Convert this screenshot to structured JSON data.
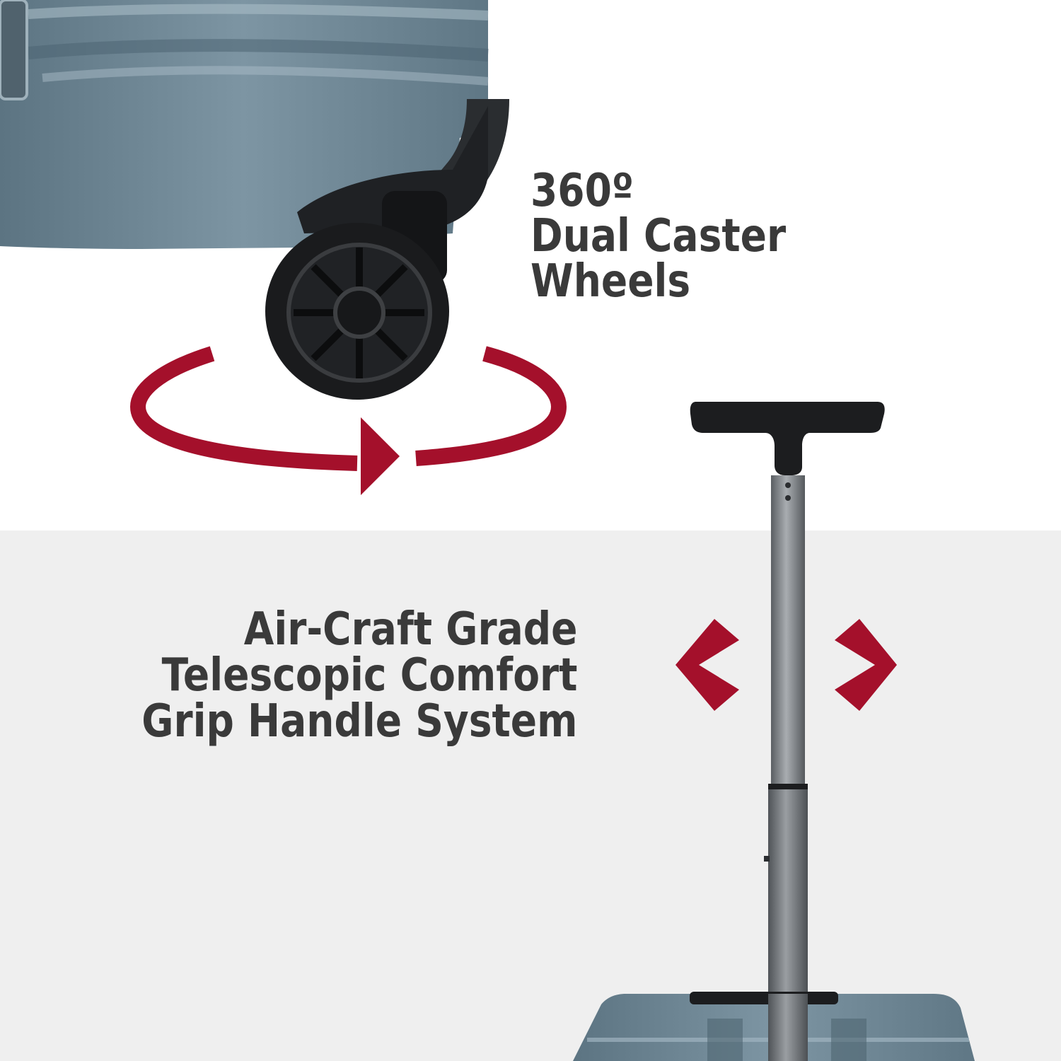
{
  "features": {
    "wheels": {
      "lines": [
        "360º",
        "Dual Caster",
        "Wheels"
      ],
      "icon": "rotation-arrow-icon"
    },
    "handle": {
      "lines": [
        "Air-Craft Grade",
        "Telescopic Comfort",
        "Grip Handle System"
      ],
      "icon": "expand-arrows-icon"
    }
  },
  "colors": {
    "accent": "#a4102b",
    "text": "#3a3a3a",
    "suitcase": "#6f8896",
    "panel": "#efefef"
  }
}
